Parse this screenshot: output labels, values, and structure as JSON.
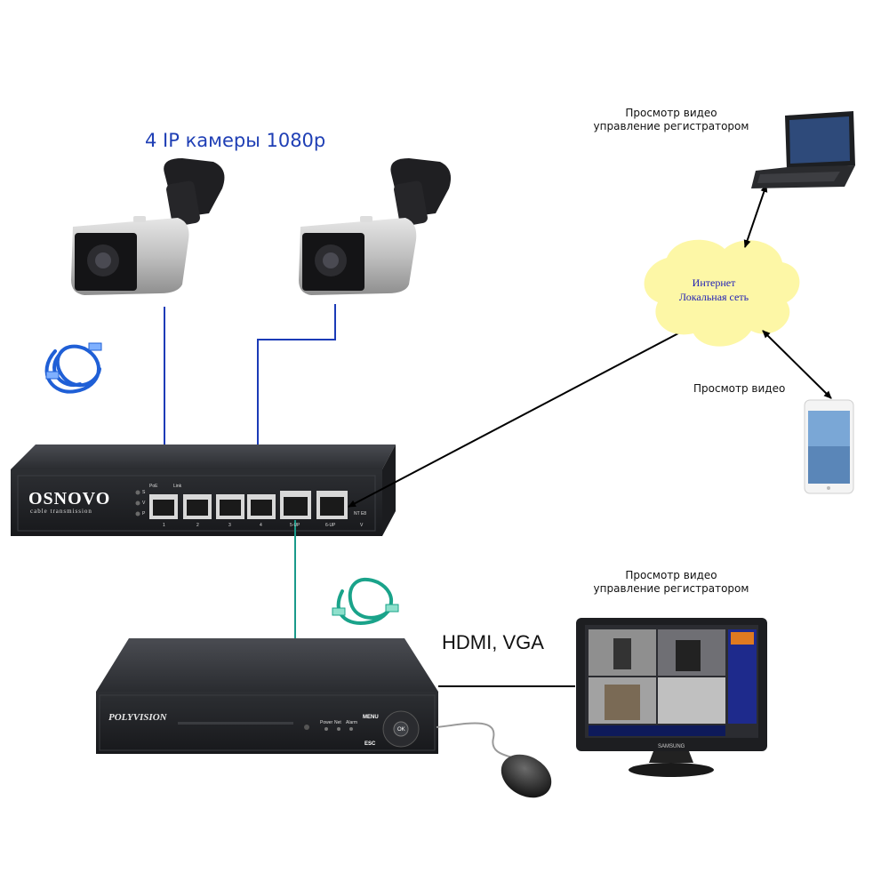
{
  "cameras": {
    "title": "4 IP камеры 1080p"
  },
  "laptop": {
    "label_line1": "Просмотр видео",
    "label_line2": "управление регистратором"
  },
  "cloud": {
    "label_line1": "Интернет",
    "label_line2": "Локальная сеть"
  },
  "phone": {
    "label": "Просмотр видео"
  },
  "monitor": {
    "label_line1": "Просмотр видео",
    "label_line2": "управление регистратором",
    "brand": "SAMSUNG"
  },
  "connection": {
    "label": "HDMI, VGA"
  },
  "switch": {
    "brand": "OSNOVO",
    "subtitle": "cable transmission",
    "led_s": "S",
    "led_v": "V",
    "led_p": "P",
    "poe": "PoE",
    "link": "Link",
    "ports": [
      "1",
      "2",
      "3",
      "4",
      "5-UP",
      "6-UP"
    ],
    "mode": "NT E8",
    "v_label": "V"
  },
  "nvr": {
    "brand": "POLYVISION",
    "power": "Power",
    "net": "Net",
    "alarm": "Alarm",
    "menu": "MENU",
    "esc": "ESC",
    "ok": "OK"
  },
  "colors": {
    "camera_link": "#1b3bb7",
    "nvr_link": "#1a9a8a",
    "cable_blue": "#1f5fd6",
    "cable_teal": "#1aa38a",
    "cloud": "#fdf7a6"
  }
}
